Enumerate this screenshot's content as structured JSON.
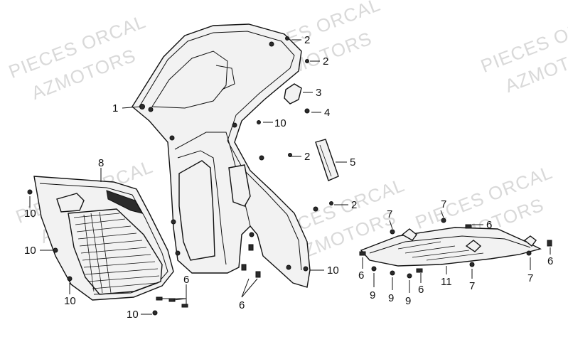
{
  "watermarks": {
    "line1": "PIECES ORCAL",
    "line2": "AZMOTORS"
  },
  "callouts": {
    "front_shield": "1",
    "screw_upper_a": "2",
    "screw_upper_b": "2",
    "screw_mid": "2",
    "screw_right": "2",
    "hook": "3",
    "bolt_4": "4",
    "reflector": "5",
    "clip_lower_a": "6",
    "clip_lower_b": "6",
    "clip_tray_left": "6",
    "clip_tray_mid": "6",
    "clip_tray_right": "6",
    "clip_tray_far": "6",
    "bolt_tray_a": "7",
    "bolt_tray_b": "7",
    "bolt_tray_c": "7",
    "bolt_tray_d": "7",
    "side_panel": "8",
    "screw_9a": "9",
    "screw_9b": "9",
    "screw_9c": "9",
    "bolt_upper": "10",
    "bolt_left_a": "10",
    "bolt_left_b": "10",
    "bolt_left_c": "10",
    "bolt_left_d": "10",
    "bolt_center": "10",
    "under_tray": "11"
  }
}
